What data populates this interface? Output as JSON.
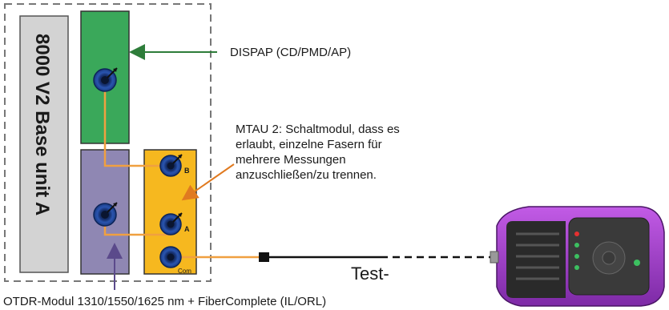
{
  "base_unit": {
    "label": "8000 V2 Base unit A"
  },
  "modules": {
    "dispap": {
      "label": "DISPAP (CD/PMD/AP)",
      "color": "#3aa85a"
    },
    "otdr": {
      "label": "OTDR-Modul 1310/1550/1625 nm + FiberComplete (IL/ORL)",
      "color": "#8f87b3"
    },
    "mtau": {
      "label_lines": [
        "MTAU 2: Schaltmodul, dass es",
        "erlaubt, einzelne Fasern für",
        "mehrere Messungen",
        "anzuschließen/zu trennen."
      ],
      "color": "#f6b81f",
      "ports": [
        "B",
        "A",
        "Com"
      ]
    }
  },
  "test_label": "Test-",
  "colors": {
    "fiber": "#f0a040",
    "arrow_green": "#2e7d3a",
    "arrow_orange": "#e07a20",
    "arrow_purple": "#5b4a8b",
    "device_purple": "#9b3fc7",
    "port_blue": "#1a3f8f"
  }
}
